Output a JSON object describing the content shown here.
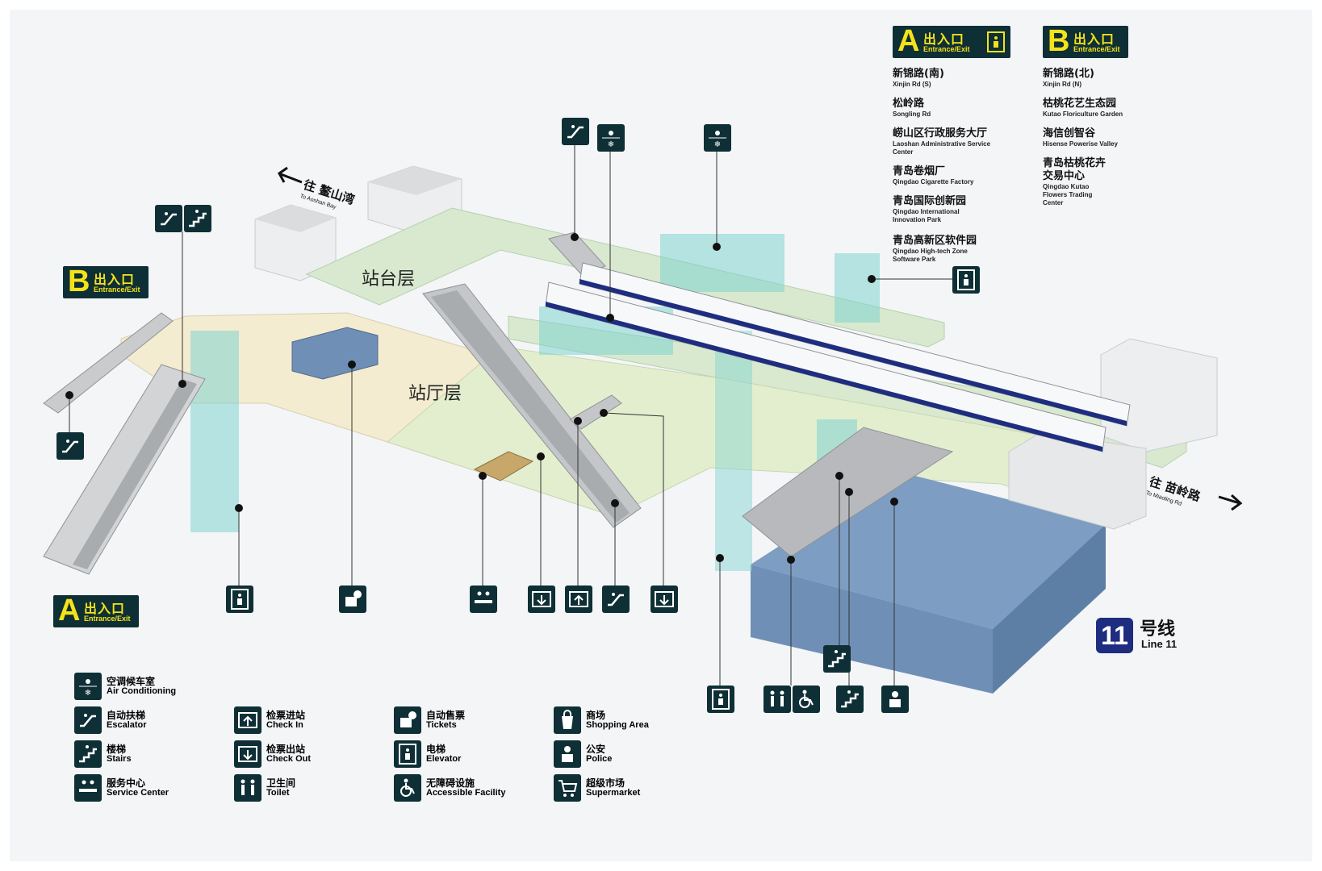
{
  "floors": {
    "platform": "站台层",
    "concourse": "站厅层"
  },
  "directions": {
    "west": {
      "cn": "往 鳌山湾",
      "en": "To Aoshan Bay"
    },
    "east": {
      "cn": "往 苗岭路",
      "en": "To Miaoling Rd"
    }
  },
  "exits": {
    "exit_a_top": {
      "letter": "A",
      "cn": "出入口",
      "en": "Entrance/Exit"
    },
    "exit_b_top": {
      "letter": "B",
      "cn": "出入口",
      "en": "Entrance/Exit"
    },
    "exit_b_left": {
      "letter": "B",
      "cn": "出入口",
      "en": "Entrance/Exit"
    },
    "exit_a_left": {
      "letter": "A",
      "cn": "出入口",
      "en": "Entrance/Exit"
    }
  },
  "destinations_a": [
    {
      "cn": "新锦路(南)",
      "en": "Xinjin Rd (S)"
    },
    {
      "cn": "松岭路",
      "en": "Songling Rd"
    },
    {
      "cn": "崂山区行政服务大厅",
      "en": "Laoshan Administrative Service Center"
    },
    {
      "cn": "青岛卷烟厂",
      "en": "Qingdao Cigarette Factory"
    },
    {
      "cn": "青岛国际创新园",
      "en": "Qingdao International Innovation Park"
    },
    {
      "cn": "青岛高新区软件园",
      "en": "Qingdao High-tech Zone Software Park"
    }
  ],
  "destinations_b": [
    {
      "cn": "新锦路(北)",
      "en": "Xinjin Rd (N)"
    },
    {
      "cn": "枯桃花艺生态园",
      "en": "Kutao Floriculture Garden"
    },
    {
      "cn": "海信创智谷",
      "en": "Hisense Powerise Valley"
    },
    {
      "cn": "青岛枯桃花卉交易中心",
      "en": "Qingdao Kutao Flowers Trading Center"
    }
  ],
  "line": {
    "number": "11",
    "cn": "号线",
    "en": "Line 11",
    "color": "#1e2d7f"
  },
  "legend": [
    {
      "icon": "air-conditioning-icon",
      "cn": "空调候车室",
      "en": "Air Conditioning"
    },
    {
      "icon": "escalator-icon",
      "cn": "自动扶梯",
      "en": "Escalator"
    },
    {
      "icon": "stairs-icon",
      "cn": "楼梯",
      "en": "Stairs"
    },
    {
      "icon": "service-center-icon",
      "cn": "服务中心",
      "en": "Service Center"
    },
    {
      "icon": "check-in-icon",
      "cn": "检票进站",
      "en": "Check In"
    },
    {
      "icon": "check-out-icon",
      "cn": "检票出站",
      "en": "Check Out"
    },
    {
      "icon": "toilet-icon",
      "cn": "卫生间",
      "en": "Toilet"
    },
    {
      "icon": "tickets-icon",
      "cn": "自动售票",
      "en": "Tickets"
    },
    {
      "icon": "elevator-icon",
      "cn": "电梯",
      "en": "Elevator"
    },
    {
      "icon": "accessible-icon",
      "cn": "无障碍设施",
      "en": "Accessible Facility"
    },
    {
      "icon": "shopping-icon",
      "cn": "商场",
      "en": "Shopping Area"
    },
    {
      "icon": "police-icon",
      "cn": "公安",
      "en": "Police"
    },
    {
      "icon": "supermarket-icon",
      "cn": "超级市场",
      "en": "Supermarket"
    }
  ],
  "colors": {
    "icon_bg": "#0e2f35",
    "exit_yellow": "#f4e21a",
    "concourse": "#f4ecd0",
    "platform": "#d8e9cf",
    "glass": "#7fd3cf",
    "mall": "#7e9dc2"
  }
}
